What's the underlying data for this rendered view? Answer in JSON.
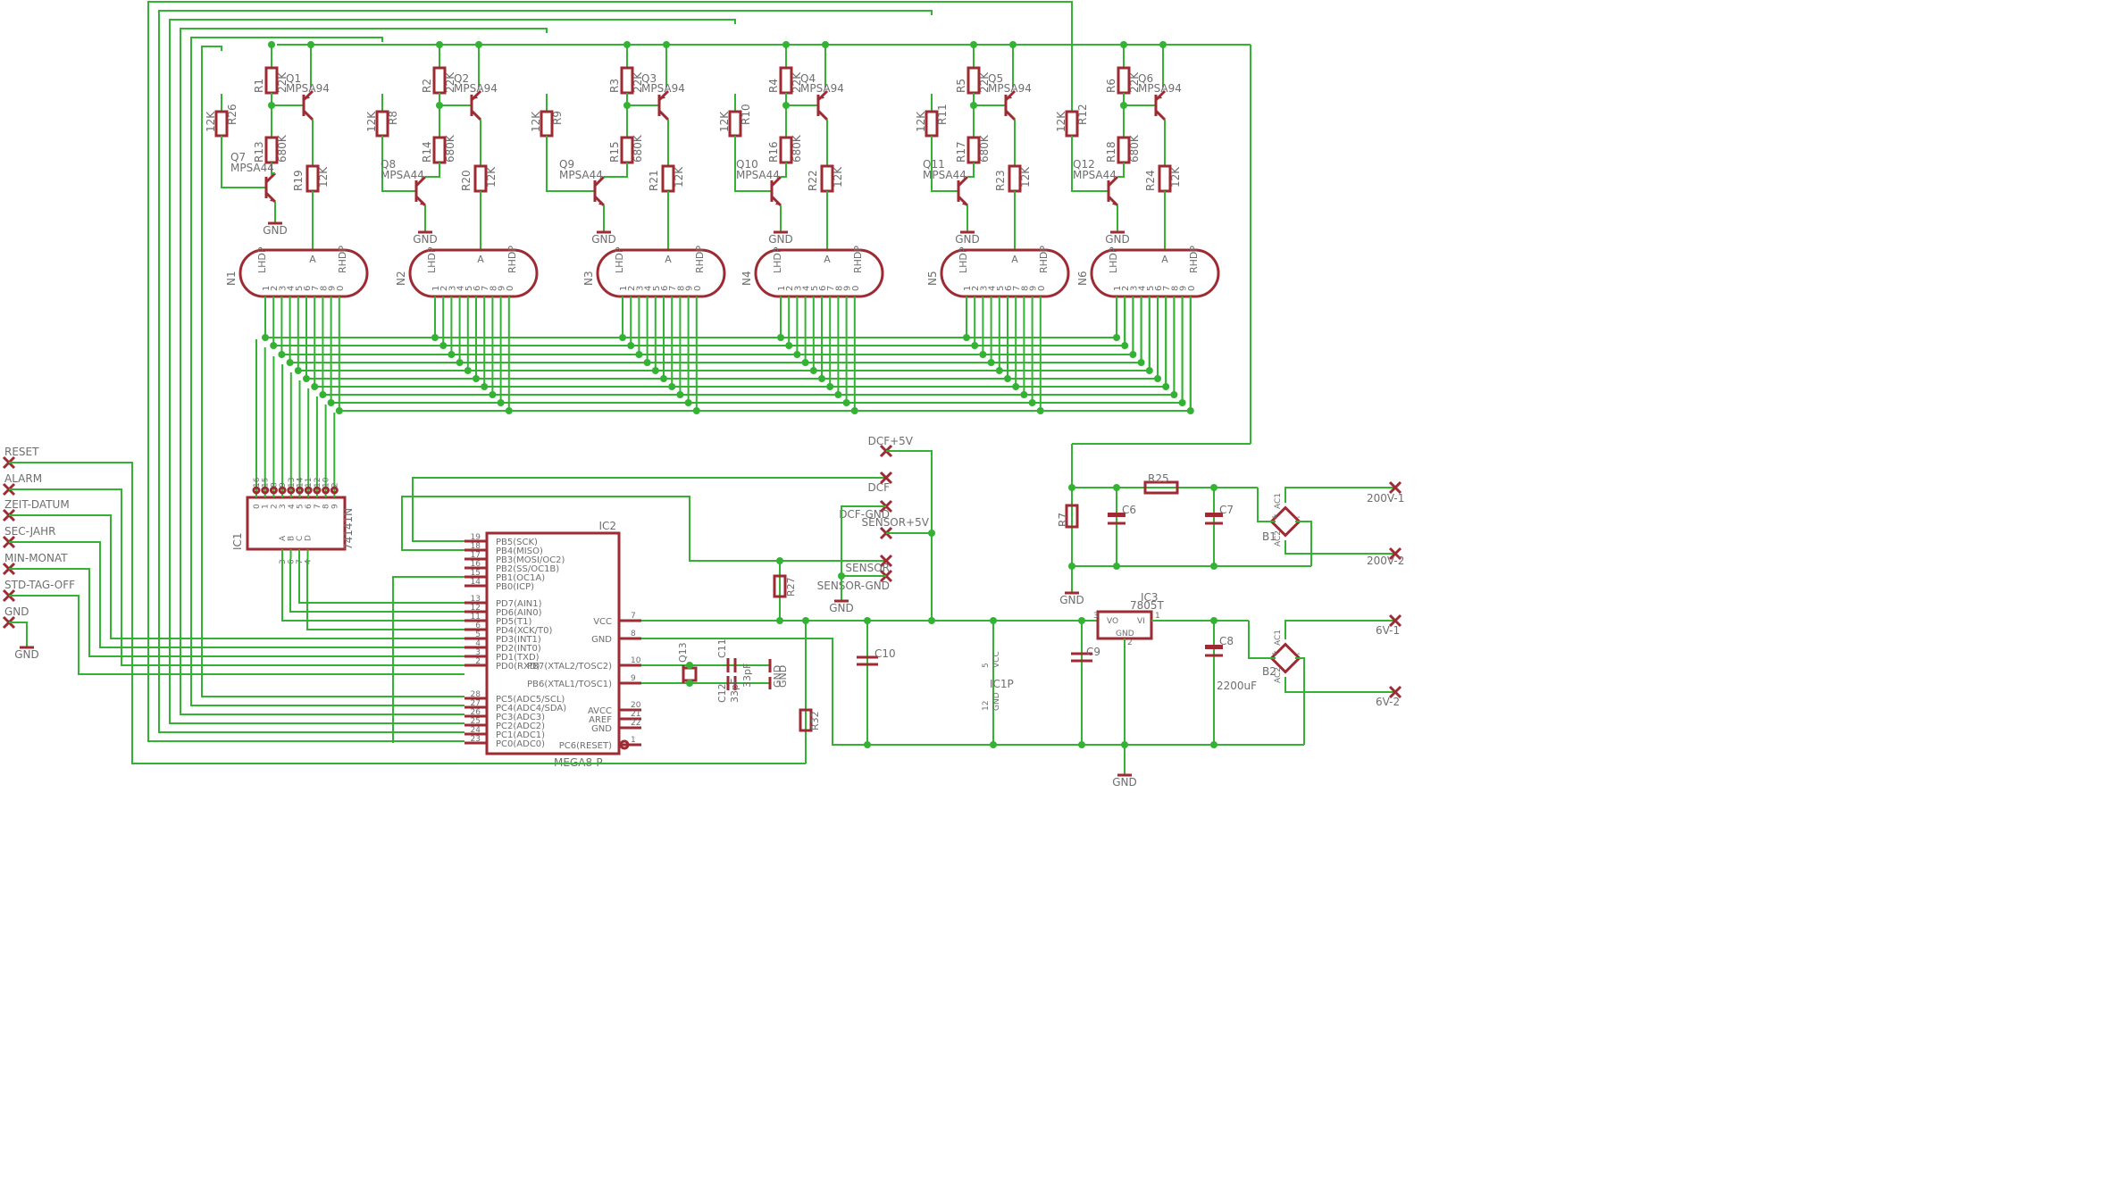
{
  "colors": {
    "wire": "#33b233",
    "symbol": "#9e2b33",
    "text": "#6e6e6e",
    "port": "#b22222",
    "background": "#ffffff"
  },
  "digits": [
    {
      "ref": "N1",
      "pins": [
        "1",
        "2",
        "3",
        "4",
        "5",
        "6",
        "7",
        "8",
        "9",
        "0"
      ],
      "lhdp": "LHDP",
      "rhdp": "RHDP",
      "a": "A",
      "q_pnp": [
        "Q1",
        "MPSA94"
      ],
      "r_base": [
        "R1",
        "22K"
      ],
      "r_div": [
        "R13",
        "680K"
      ],
      "r_anode": [
        "R19",
        "12K"
      ],
      "r_in": [
        "R26",
        "12K"
      ],
      "q_npn": [
        "Q7",
        "MPSA44"
      ]
    },
    {
      "ref": "N2",
      "pins": [
        "1",
        "2",
        "3",
        "4",
        "5",
        "6",
        "7",
        "8",
        "9",
        "0"
      ],
      "lhdp": "LHDP",
      "rhdp": "RHDP",
      "a": "A",
      "q_pnp": [
        "Q2",
        "MPSA94"
      ],
      "r_base": [
        "R2",
        "22K"
      ],
      "r_div": [
        "R14",
        "680K"
      ],
      "r_anode": [
        "R20",
        "12K"
      ],
      "r_in": [
        "R8",
        "12K"
      ],
      "q_npn": [
        "Q8",
        "MPSA44"
      ]
    },
    {
      "ref": "N3",
      "pins": [
        "1",
        "2",
        "3",
        "4",
        "5",
        "6",
        "7",
        "8",
        "9",
        "0"
      ],
      "lhdp": "LHDP",
      "rhdp": "RHDP",
      "a": "A",
      "q_pnp": [
        "Q3",
        "MPSA94"
      ],
      "r_base": [
        "R3",
        "22K"
      ],
      "r_div": [
        "R15",
        "680K"
      ],
      "r_anode": [
        "R21",
        "12K"
      ],
      "r_in": [
        "R9",
        "12K"
      ],
      "q_npn": [
        "Q9",
        "MPSA44"
      ]
    },
    {
      "ref": "N4",
      "pins": [
        "1",
        "2",
        "3",
        "4",
        "5",
        "6",
        "7",
        "8",
        "9",
        "0"
      ],
      "lhdp": "LHDP",
      "rhdp": "RHDP",
      "a": "A",
      "q_pnp": [
        "Q4",
        "MPSA94"
      ],
      "r_base": [
        "R4",
        "22K"
      ],
      "r_div": [
        "R16",
        "680K"
      ],
      "r_anode": [
        "R22",
        "12K"
      ],
      "r_in": [
        "R10",
        "12K"
      ],
      "q_npn": [
        "Q10",
        "MPSA44"
      ]
    },
    {
      "ref": "N5",
      "pins": [
        "1",
        "2",
        "3",
        "4",
        "5",
        "6",
        "7",
        "8",
        "9",
        "0"
      ],
      "lhdp": "LHDP",
      "rhdp": "RHDP",
      "a": "A",
      "q_pnp": [
        "Q5",
        "MPSA94"
      ],
      "r_base": [
        "R5",
        "22K"
      ],
      "r_div": [
        "R17",
        "680K"
      ],
      "r_anode": [
        "R23",
        "12K"
      ],
      "r_in": [
        "R11",
        "12K"
      ],
      "q_npn": [
        "Q11",
        "MPSA44"
      ]
    },
    {
      "ref": "N6",
      "pins": [
        "1",
        "2",
        "3",
        "4",
        "5",
        "6",
        "7",
        "8",
        "9",
        "0"
      ],
      "lhdp": "LHDP",
      "rhdp": "RHDP",
      "a": "A",
      "q_pnp": [
        "Q6",
        "MPSA94"
      ],
      "r_base": [
        "R6",
        "22K"
      ],
      "r_div": [
        "R18",
        "680K"
      ],
      "r_anode": [
        "R24",
        "12K"
      ],
      "r_in": [
        "R12",
        "12K"
      ],
      "q_npn": [
        "Q12",
        "MPSA44"
      ]
    }
  ],
  "gnd_label": "GND",
  "left_ports": [
    "RESET",
    "ALARM",
    "ZEIT-DATUM",
    "SEC-JAHR",
    "MIN-MONAT",
    "STD-TAG-OFF",
    "GND"
  ],
  "left_gnd_label": "GND",
  "ic1": {
    "ref": "IC1",
    "part": "74141N",
    "out_pins": [
      "16",
      "15",
      "8",
      "9",
      "13",
      "14",
      "11",
      "12",
      "10",
      "2"
    ],
    "out_names": [
      "0",
      "1",
      "2",
      "3",
      "4",
      "5",
      "6",
      "7",
      "8",
      "9"
    ],
    "in_pins": [
      "3",
      "6",
      "7",
      "4"
    ],
    "in_names": [
      "A",
      "B",
      "C",
      "D"
    ]
  },
  "ic2": {
    "ref": "IC2",
    "part": "MEGA8-P",
    "left_pins": [
      {
        "num": "19",
        "name": "PB5(SCK)"
      },
      {
        "num": "18",
        "name": "PB4(MISO)"
      },
      {
        "num": "17",
        "name": "PB3(MOSI/OC2)"
      },
      {
        "num": "16",
        "name": "PB2(SS/OC1B)"
      },
      {
        "num": "15",
        "name": "PB1(OC1A)"
      },
      {
        "num": "14",
        "name": "PB0(ICP)"
      },
      {
        "num": "13",
        "name": "PD7(AIN1)"
      },
      {
        "num": "12",
        "name": "PD6(AIN0)"
      },
      {
        "num": "11",
        "name": "PD5(T1)"
      },
      {
        "num": "6",
        "name": "PD4(XCK/T0)"
      },
      {
        "num": "5",
        "name": "PD3(INT1)"
      },
      {
        "num": "4",
        "name": "PD2(INT0)"
      },
      {
        "num": "3",
        "name": "PD1(TXD)"
      },
      {
        "num": "2",
        "name": "PD0(RXD)"
      },
      {
        "num": "28",
        "name": "PC5(ADC5/SCL)"
      },
      {
        "num": "27",
        "name": "PC4(ADC4/SDA)"
      },
      {
        "num": "26",
        "name": "PC3(ADC3)"
      },
      {
        "num": "25",
        "name": "PC2(ADC2)"
      },
      {
        "num": "24",
        "name": "PC1(ADC1)"
      },
      {
        "num": "23",
        "name": "PC0(ADC0)"
      }
    ],
    "right_pins": [
      {
        "num": "7",
        "name": "VCC"
      },
      {
        "num": "8",
        "name": "GND"
      },
      {
        "num": "10",
        "name": "PB7(XTAL2/TOSC2)"
      },
      {
        "num": "9",
        "name": "PB6(XTAL1/TOSC1)"
      },
      {
        "num": "20",
        "name": "AVCC"
      },
      {
        "num": "21",
        "name": "AREF"
      },
      {
        "num": "22",
        "name": "GND"
      },
      {
        "num": "1",
        "name": "PC6(RESET)"
      }
    ]
  },
  "crystal": {
    "ref": "Q13"
  },
  "caps_xtal": {
    "c12": "C12",
    "c11": "C11",
    "value": "33pF",
    "value2": "33pF",
    "gnd1": "GND",
    "gnd2": "GND"
  },
  "r27": "R27",
  "r32": "R32",
  "right_ports": [
    "DCF+5V",
    "DCF",
    "DCF-GND",
    "SENSOR+5V",
    "SENSOR",
    "SENSOR-GND"
  ],
  "sensor_gnd": "GND",
  "c10": "C10",
  "c9": "C9",
  "ic1p": {
    "ref": "IC1P",
    "vcc_pin": "5",
    "vcc": "VCC",
    "gnd_pin": "12",
    "gnd": "GND"
  },
  "hv": {
    "r7": "R7",
    "r25": "R25",
    "c6": "C6",
    "c7": "C7",
    "b1": "B1",
    "ac1": "AC1",
    "ac2": "AC2",
    "port1": "200V-1",
    "port2": "200V-2",
    "gnd": "GND",
    "plus": "+",
    "minus": "-"
  },
  "ic3": {
    "ref": "IC3",
    "part": "7805T",
    "vo": "VO",
    "vi": "VI",
    "gnd": "GND",
    "pin_vo": "3",
    "pin_vi": "1",
    "pin_gnd": "2",
    "bottom_gnd": "GND"
  },
  "lv": {
    "c8": "C8",
    "c8_value": "2200uF",
    "b2": "B2",
    "ac1": "AC1",
    "ac2": "AC2",
    "port1": "6V-1",
    "port2": "6V-2",
    "plus": "+",
    "minus": "-"
  }
}
